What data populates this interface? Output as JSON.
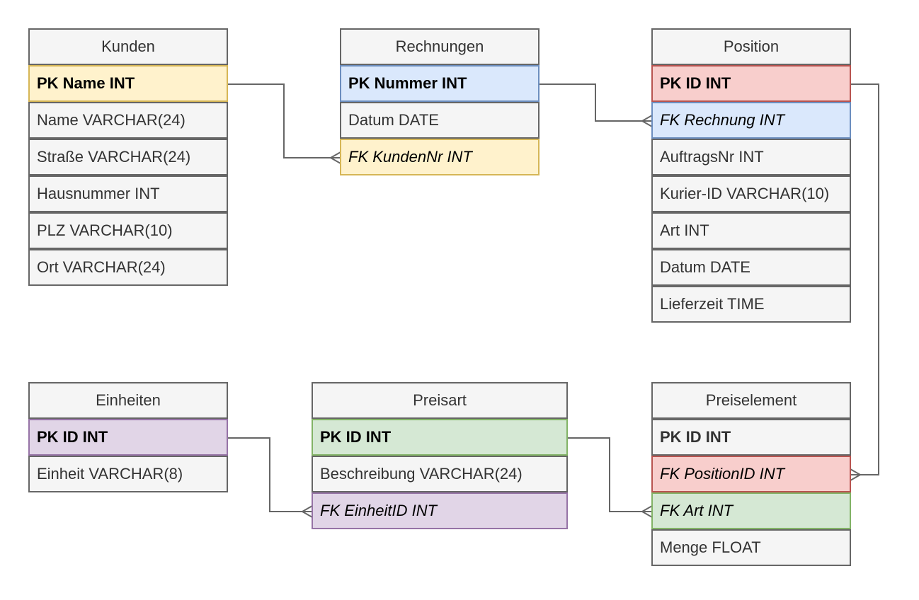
{
  "tables": {
    "kunden": {
      "title": "Kunden",
      "rows": [
        "PK Name INT",
        "Name VARCHAR(24)",
        "Straße VARCHAR(24)",
        "Hausnummer INT",
        "PLZ VARCHAR(10)",
        "Ort VARCHAR(24)"
      ]
    },
    "rechnungen": {
      "title": "Rechnungen",
      "rows": [
        "PK Nummer INT",
        "Datum DATE",
        "FK KundenNr INT"
      ]
    },
    "position": {
      "title": "Position",
      "rows": [
        "PK ID INT",
        "FK Rechnung INT",
        "AuftragsNr INT",
        "Kurier-ID VARCHAR(10)",
        "Art INT",
        "Datum DATE",
        "Lieferzeit TIME"
      ]
    },
    "einheiten": {
      "title": "Einheiten",
      "rows": [
        "PK ID INT",
        "Einheit VARCHAR(8)"
      ]
    },
    "preisart": {
      "title": "Preisart",
      "rows": [
        "PK ID INT",
        "Beschreibung VARCHAR(24)",
        "FK EinheitID INT"
      ]
    },
    "preiselement": {
      "title": "Preiselement",
      "rows": [
        "PK ID INT",
        "FK PositionID INT",
        "FK Art INT",
        "Menge FLOAT"
      ]
    }
  },
  "colors": {
    "border_default": "#666666",
    "fill_default": "#f5f5f5",
    "yellow_fill": "#fff2cc",
    "yellow_border": "#d6b656",
    "blue_fill": "#dae8fc",
    "blue_border": "#6c8ebf",
    "red_fill": "#f8cecc",
    "red_border": "#b85450",
    "purple_fill": "#e1d5e7",
    "purple_border": "#9673a6",
    "green_fill": "#d5e8d4",
    "green_border": "#82b366",
    "connector": "#666666"
  }
}
